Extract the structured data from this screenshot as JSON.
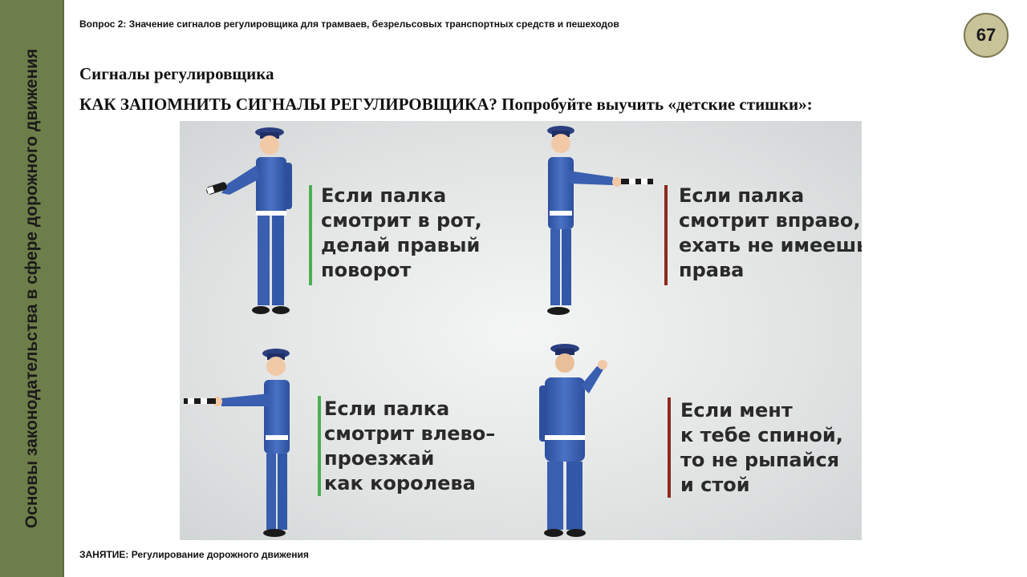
{
  "sidebar": {
    "text": "Основы законодательства в сфере дорожного движения"
  },
  "header": {
    "question": "Вопрос 2: Значение сигналов регулировщика для трамваев, безрельсовых транспортных средств и пешеходов"
  },
  "slide_number": "67",
  "main": {
    "title": "Сигналы регулировщика",
    "subtitle": "КАК ЗАПОМНИТЬ СИГНАЛЫ РЕГУЛИРОВЩИКА? Попробуйте выучить «детские стишки»:"
  },
  "illustration": {
    "rhymes": [
      {
        "lines": [
          "Если палка",
          "смотрит в рот,",
          "делай правый",
          "поворот"
        ],
        "bar_color": "#4caf50"
      },
      {
        "lines": [
          "Если палка",
          "смотрит вправо,",
          "ехать не имеешь",
          "права"
        ],
        "bar_color": "#8b2a1e"
      },
      {
        "lines": [
          "Если палка",
          "смотрит влево–",
          "проезжай",
          "как королева"
        ],
        "bar_color": "#4caf50"
      },
      {
        "lines": [
          "Если мент",
          "к тебе спиной,",
          "то не рыпайся",
          "и стой"
        ],
        "bar_color": "#8b2a1e"
      }
    ]
  },
  "footer": {
    "lesson": "ЗАНЯТИЕ: Регулирование дорожного движения"
  },
  "colors": {
    "sidebar": "#6e7e4a",
    "badge": "#c9c39a",
    "uniform": "#3a5fb0"
  }
}
